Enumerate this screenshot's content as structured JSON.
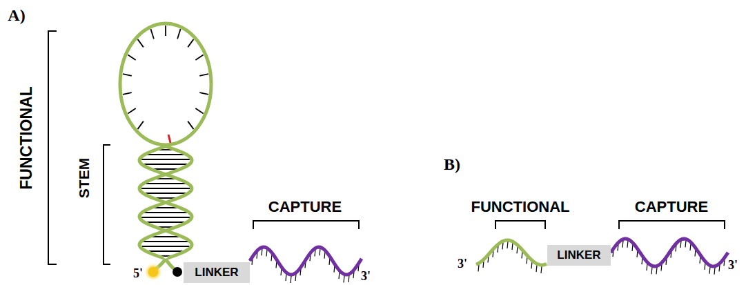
{
  "diagram": {
    "nodes": [
      {
        "text": [
          "LINKER"
        ]
      },
      {
        "text": [
          "LINKER"
        ]
      }
    ],
    "labels": [
      "A)",
      "FUNCTIONAL",
      "STEM",
      "CAPTURE",
      "5'",
      "3'",
      "B)",
      "FUNCTIONAL",
      "CAPTURE",
      "3'",
      "3'"
    ]
  }
}
